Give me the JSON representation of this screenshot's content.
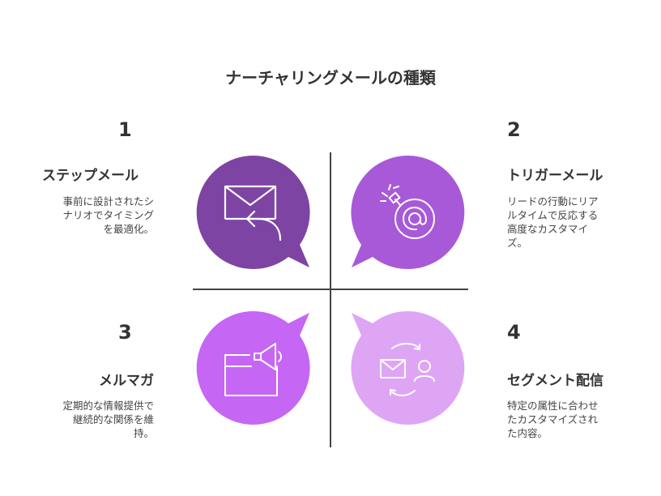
{
  "title": "ナーチャリングメールの種類",
  "quadrants": [
    {
      "number": "1",
      "heading": "ステップメール",
      "desc_lines": [
        "事前に設計されたシ",
        "ナリオでタイミング",
        "を最適化。"
      ],
      "color": "#7e44a3",
      "icon": "mail-reply-icon"
    },
    {
      "number": "2",
      "heading": "トリガーメール",
      "desc_lines": [
        "リードの行動にリア",
        "ルタイムで反応する",
        "高度なカスタマイ",
        "ズ。"
      ],
      "color": "#a859d8",
      "icon": "email-bomb-icon"
    },
    {
      "number": "3",
      "heading": "メルマガ",
      "desc_lines": [
        "定期的な情報提供で",
        "継続的な関係を維",
        "持。"
      ],
      "color": "#c566f4",
      "icon": "megaphone-window-icon"
    },
    {
      "number": "4",
      "heading": "セグメント配信",
      "desc_lines": [
        "特定の属性に合わせ",
        "たカスタマイズされ",
        "た内容。"
      ],
      "color": "#dea5f5",
      "icon": "mail-user-sync-icon"
    }
  ]
}
